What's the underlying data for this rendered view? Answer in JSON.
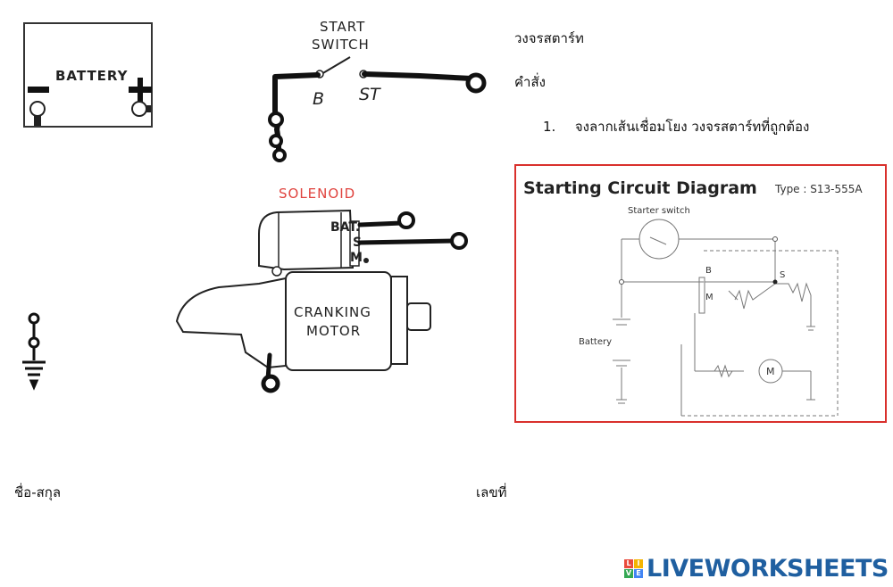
{
  "battery": {
    "label": "BATTERY",
    "minus": "−",
    "plus": "+"
  },
  "start_switch": {
    "line1": "START",
    "line2": "SWITCH",
    "terminal_b": "B",
    "terminal_st": "ST"
  },
  "solenoid": {
    "label": "SOLENOID",
    "term_bat": "BAT.",
    "term_s": "S",
    "term_m": "M"
  },
  "motor": {
    "line1": "CRANKING",
    "line2": "MOTOR"
  },
  "instructions": {
    "title": "วงจรสตาร์ท",
    "heading": "คำสั่ง",
    "item_number": "1.",
    "item_text": "จงลากเส้นเชื่อมโยง วงจรสตาร์ทที่ถูกต้อง"
  },
  "reference_diagram": {
    "title": "Starting Circuit Diagram",
    "type_label": "Type : S13-555A",
    "starter_switch": "Starter switch",
    "battery": "Battery",
    "b": "B",
    "m": "M",
    "s": "S",
    "motor": "M",
    "border_color": "#d9302c"
  },
  "form": {
    "name_label": "ชื่อ-สกุล",
    "number_label": "เลขที่"
  },
  "brand": {
    "logo_letters": [
      "L",
      "I",
      "V",
      "E"
    ],
    "logo_colors": [
      "#e94b3c",
      "#f4b400",
      "#34a853",
      "#4285f4"
    ],
    "text": "LIVEWORKSHEETS"
  }
}
